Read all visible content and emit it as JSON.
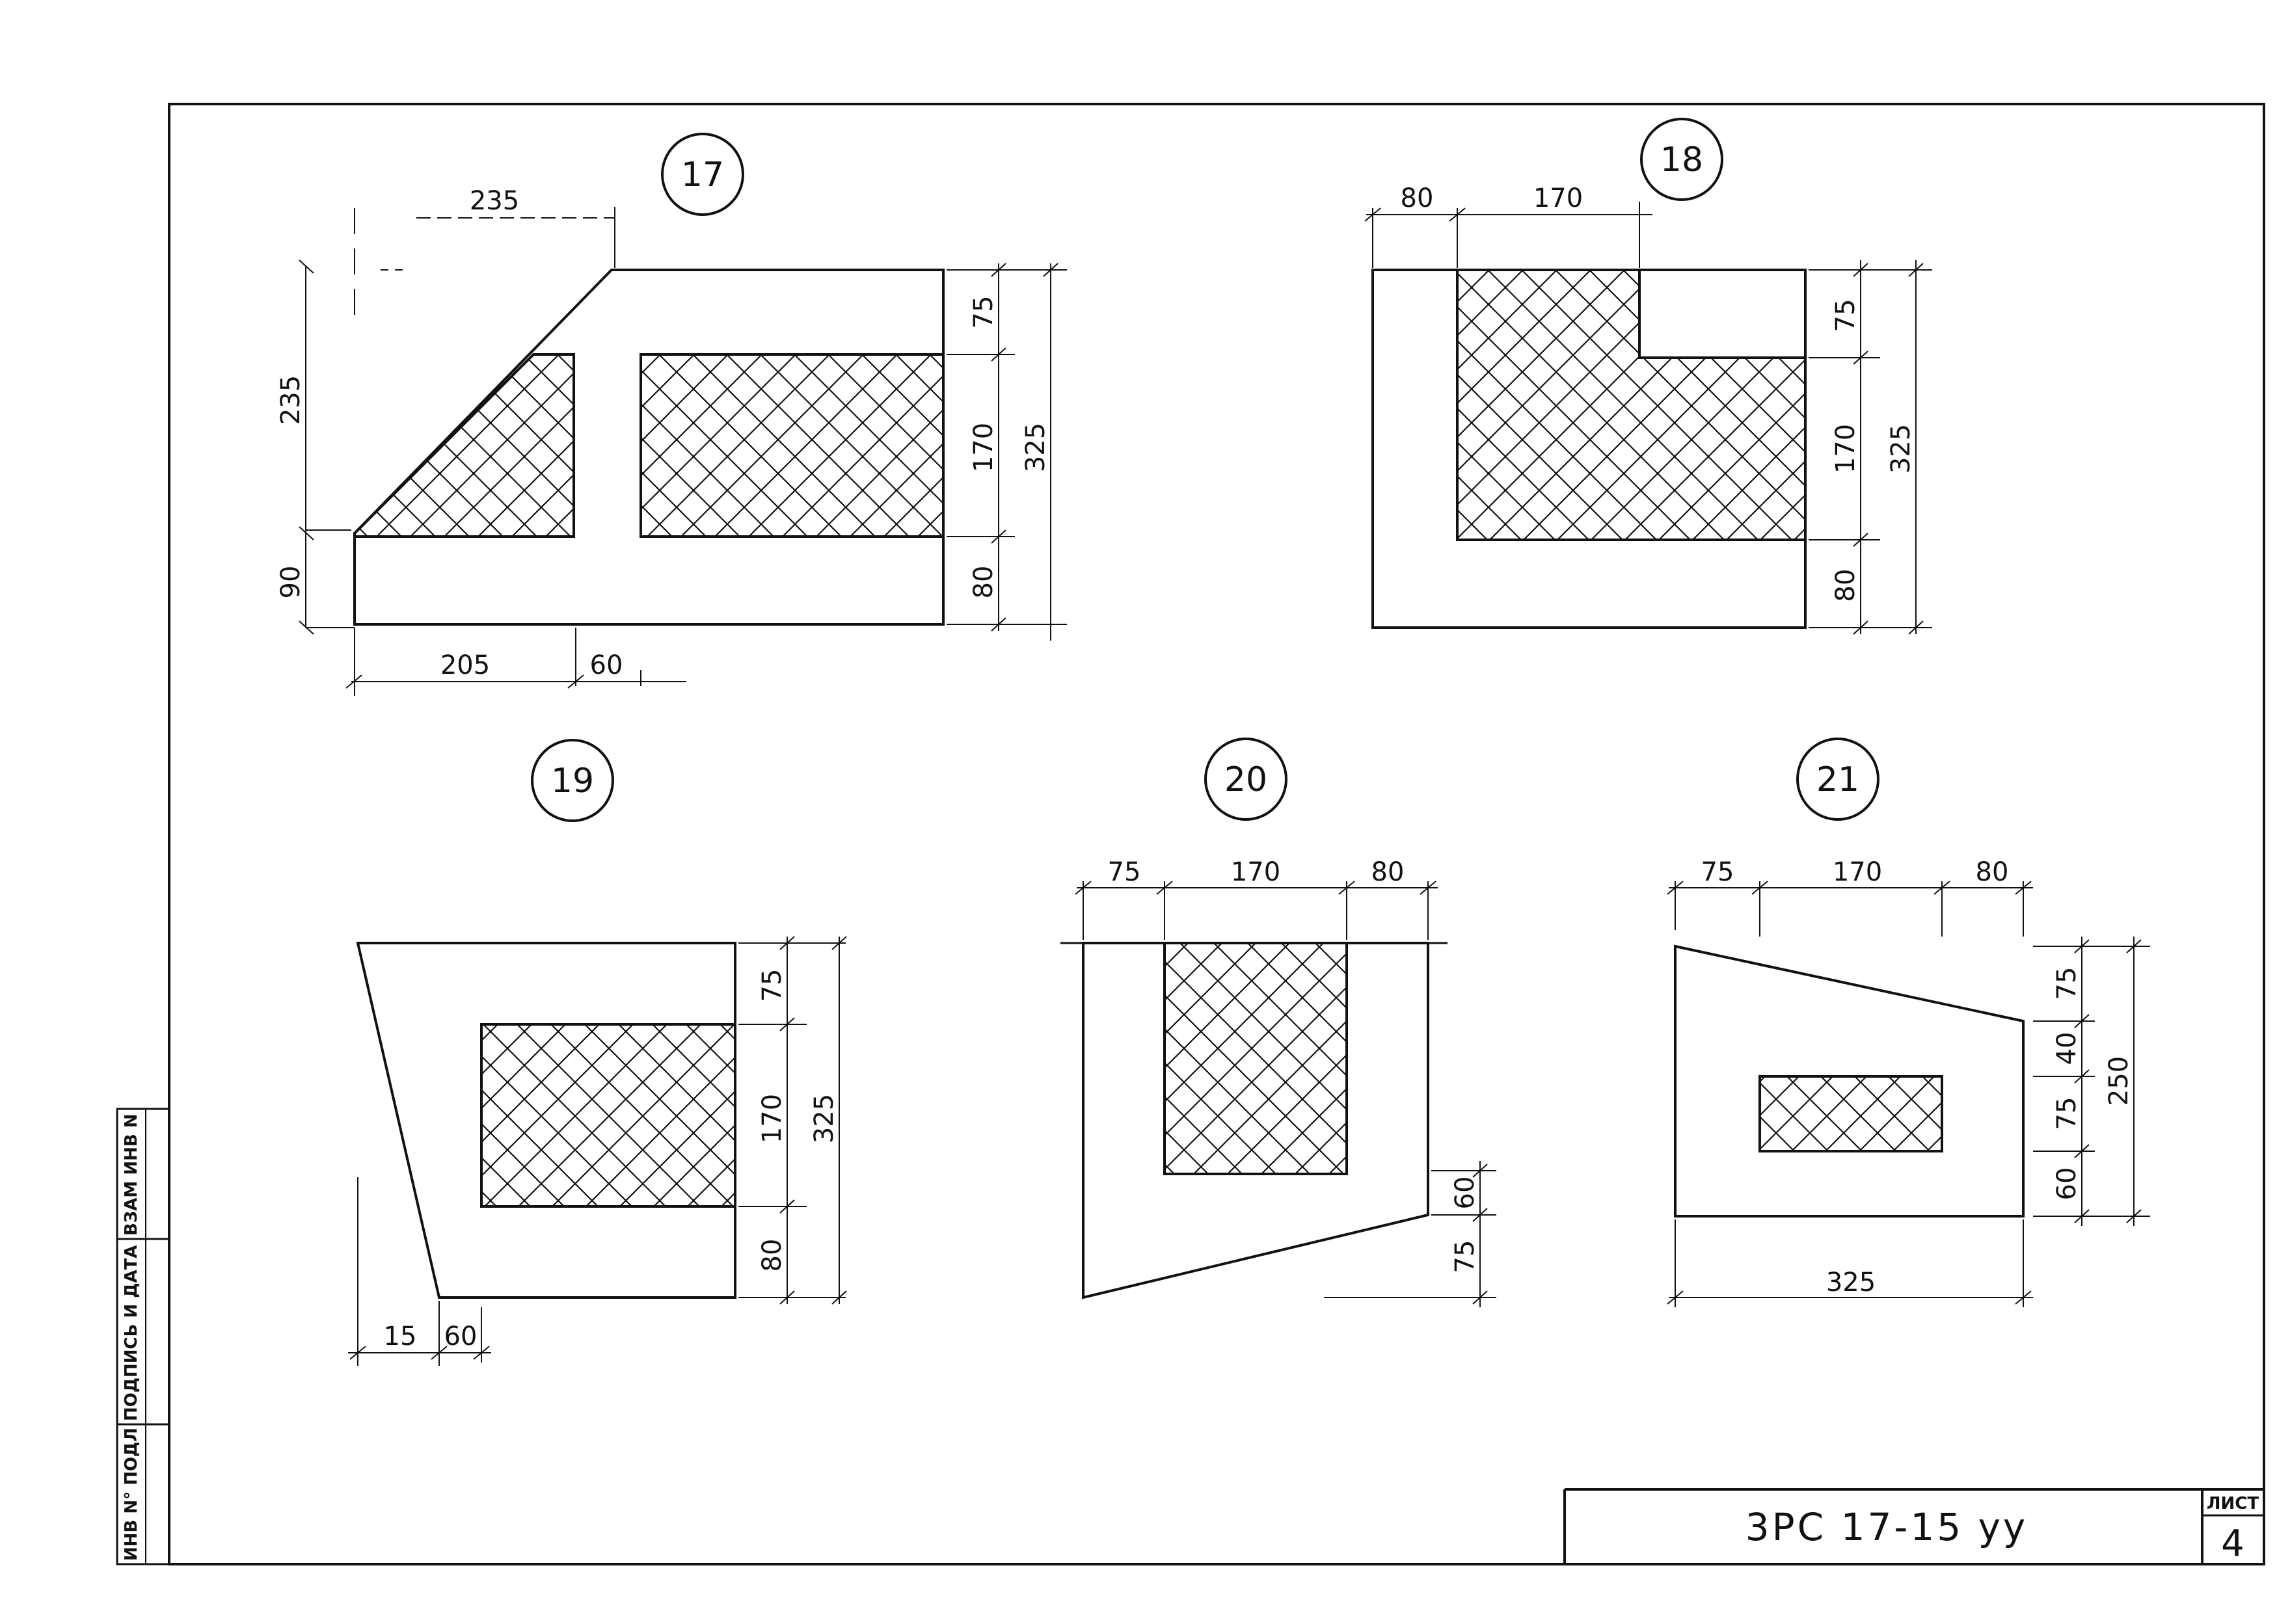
{
  "sheet": {
    "code": "3РС 17-15 уу",
    "sheet_label": "ЛИСТ",
    "sheet_number": "4",
    "side_stamp": [
      "ИНВ N° ПОДЛ",
      "ПОДПИСЬ И ДАТА",
      "ВЗАМ ИНВ N"
    ]
  },
  "details": [
    {
      "number": "17",
      "dims": [
        "235",
        "235",
        "90",
        "205",
        "60",
        "75",
        "170",
        "80",
        "325"
      ]
    },
    {
      "number": "18",
      "dims": [
        "80",
        "170",
        "75",
        "170",
        "80",
        "325"
      ]
    },
    {
      "number": "19",
      "dims": [
        "75",
        "170",
        "80",
        "325",
        "15",
        "60"
      ]
    },
    {
      "number": "20",
      "dims": [
        "75",
        "170",
        "80",
        "60",
        "75"
      ]
    },
    {
      "number": "21",
      "dims": [
        "75",
        "170",
        "80",
        "75",
        "40",
        "75",
        "60",
        "250",
        "325"
      ]
    }
  ]
}
